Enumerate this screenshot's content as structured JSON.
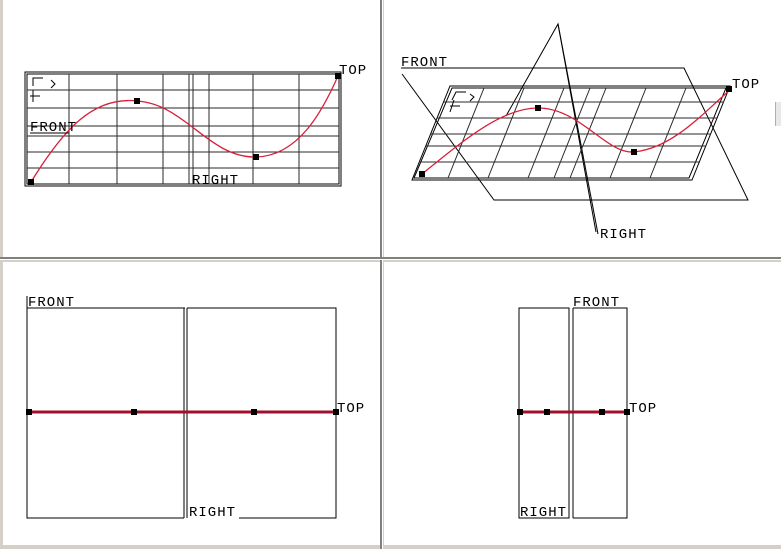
{
  "views": {
    "top_left": {
      "labels": {
        "front": "FRONT",
        "right": "RIGHT",
        "top": "TOP"
      }
    },
    "top_right": {
      "labels": {
        "front": "FRONT",
        "right": "RIGHT",
        "top": "TOP"
      }
    },
    "bottom_left": {
      "labels": {
        "front": "FRONT",
        "right": "RIGHT",
        "top": "TOP"
      }
    },
    "bottom_right": {
      "labels": {
        "front": "FRONT",
        "right": "RIGHT",
        "top": "TOP"
      }
    }
  },
  "colors": {
    "background": "#d4d0c8",
    "viewport": "#ffffff",
    "curve": "#d8203a",
    "curve_flat": "#a0102a",
    "datum": "#000000"
  },
  "icons": [
    "coordinate-system-icon"
  ]
}
